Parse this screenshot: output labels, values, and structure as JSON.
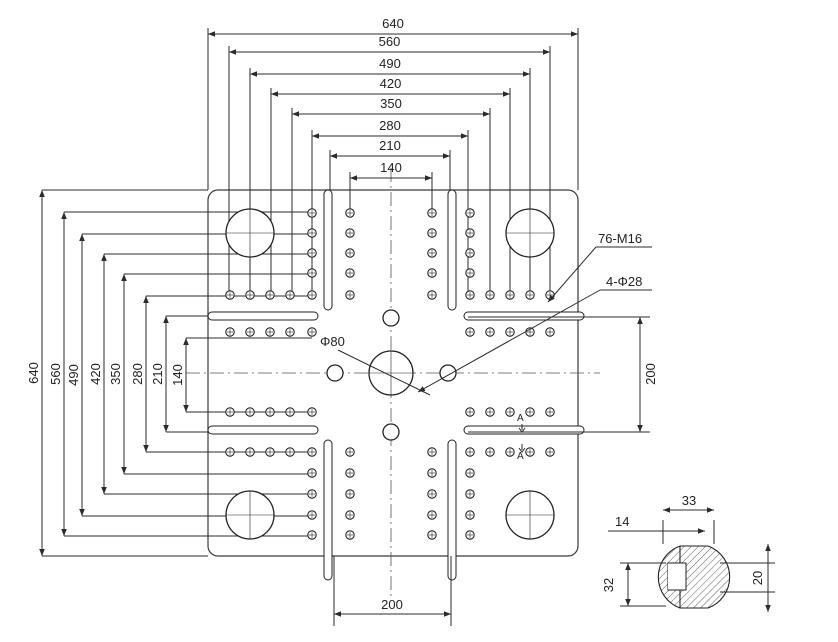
{
  "top_dims": [
    "640",
    "560",
    "490",
    "420",
    "350",
    "280",
    "210",
    "140"
  ],
  "left_dims": [
    "640",
    "560",
    "490",
    "420",
    "350",
    "280",
    "210",
    "140"
  ],
  "center_hole_label": "Φ80",
  "callouts": {
    "tapped_holes": "76-M16",
    "guide_holes": "4-Φ28"
  },
  "side_dim": "200",
  "bottom_dim": "200",
  "section_marker": "A",
  "tslot": {
    "top_width": "33",
    "neck_width": "14",
    "height_outer": "32",
    "height_inner": "20"
  }
}
